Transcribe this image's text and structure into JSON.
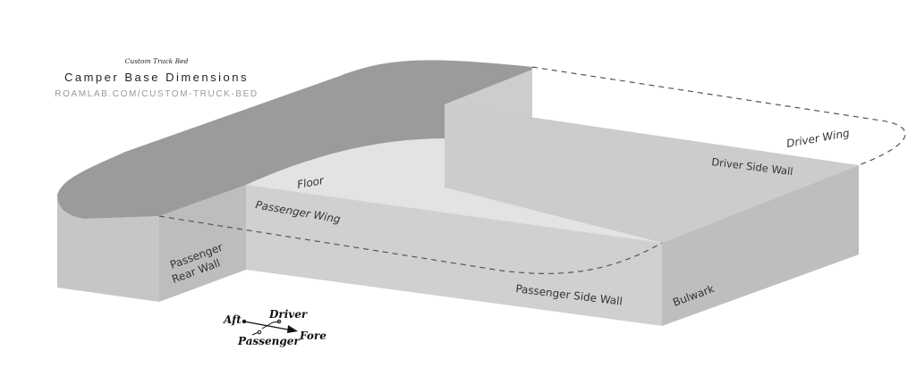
{
  "title": {
    "tagline": "Custom Truck Bed",
    "heading": "Camper Base Dimensions",
    "url": "ROAMLAB.COM/CUSTOM-TRUCK-BED"
  },
  "labels": {
    "floor": "Floor",
    "driver_wing": "Driver Wing",
    "driver_side_wall": "Driver Side Wall",
    "passenger_wing": "Passenger Wing",
    "passenger_rear_wall_line1": "Passenger",
    "passenger_rear_wall_line2": "Rear Wall",
    "passenger_side_wall": "Passenger Side Wall",
    "bulwark": "Bulwark"
  },
  "compass": {
    "aft": "Aft",
    "fore": "Fore",
    "driver": "Driver",
    "passenger": "Passenger"
  },
  "colors": {
    "top_surface": "#9b9b9b",
    "wall_light": "#cdcdcd",
    "wall_mid": "#bdbdbd",
    "floor": "#e3e3e3"
  }
}
